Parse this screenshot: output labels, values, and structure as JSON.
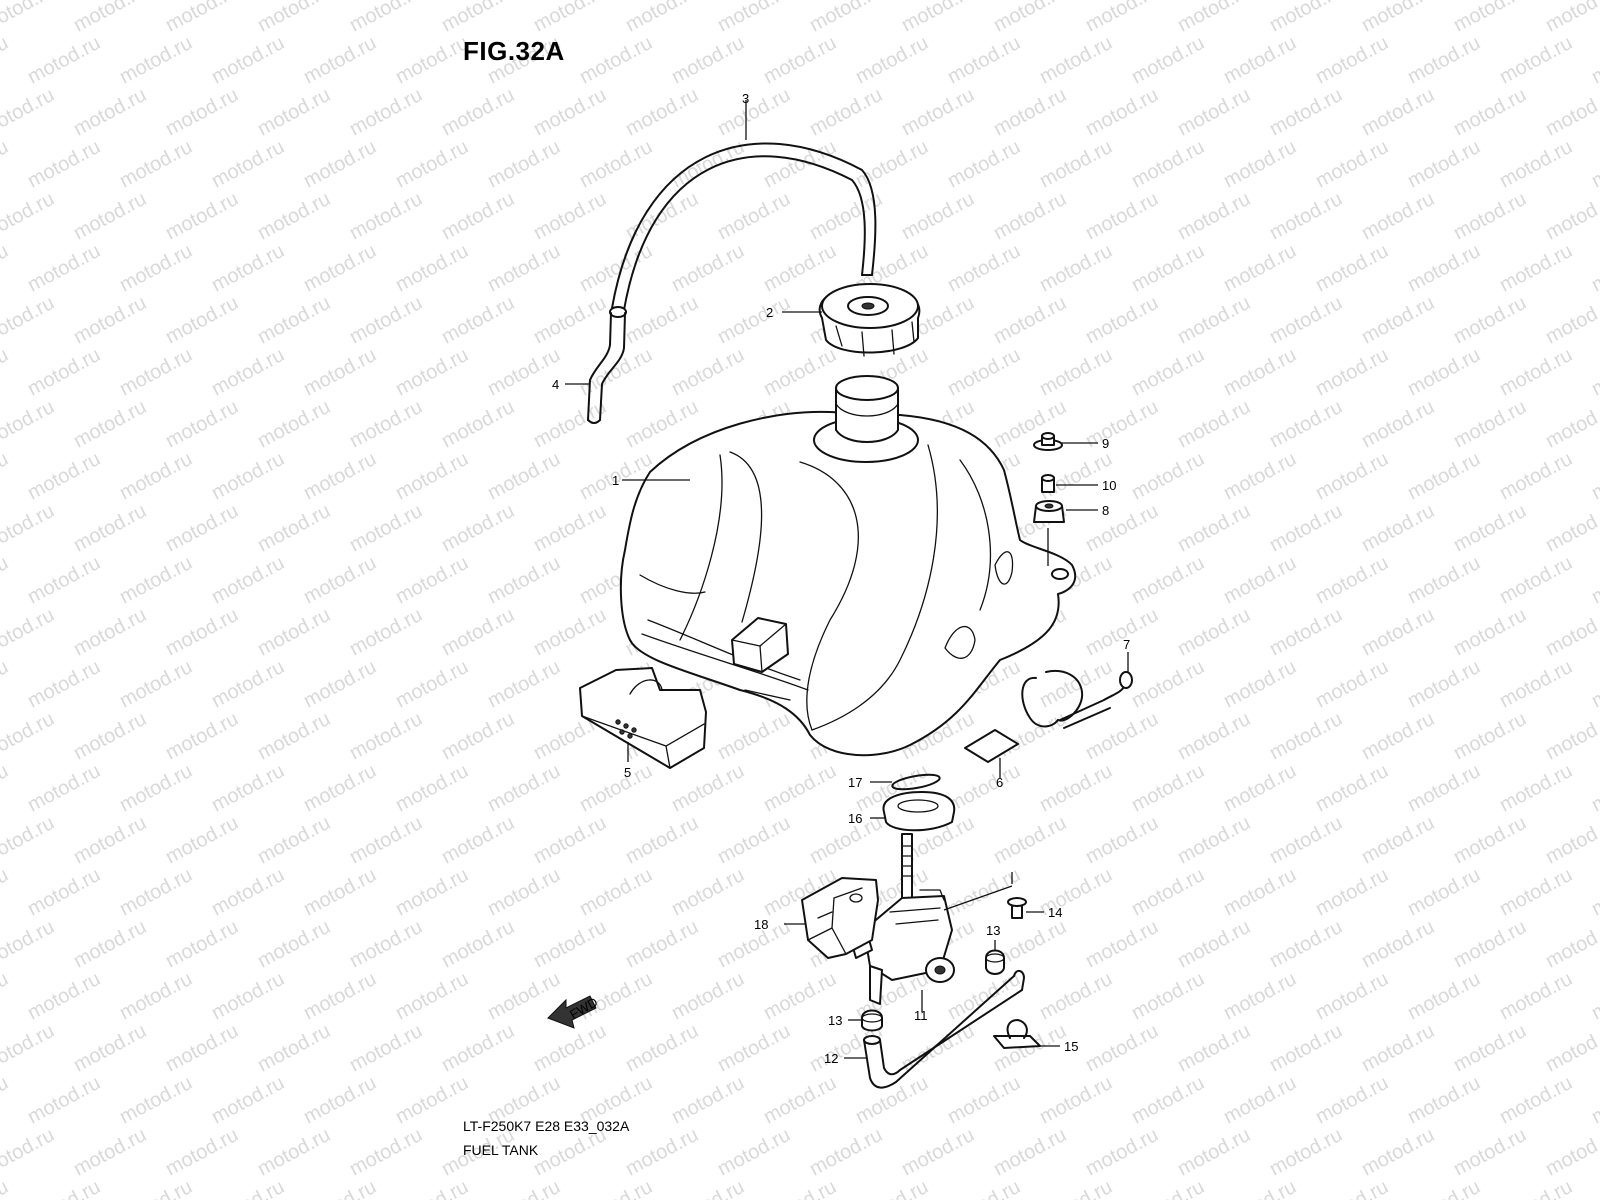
{
  "figure": {
    "title": "FIG.32A",
    "code": "LT-F250K7 E28 E33_032A",
    "name": "FUEL TANK"
  },
  "watermark": "motod.ru",
  "forward_marker": "FWD",
  "callouts": [
    {
      "id": "callout-1",
      "label": "1"
    },
    {
      "id": "callout-2",
      "label": "2"
    },
    {
      "id": "callout-3",
      "label": "3"
    },
    {
      "id": "callout-4",
      "label": "4"
    },
    {
      "id": "callout-5",
      "label": "5"
    },
    {
      "id": "callout-6",
      "label": "6"
    },
    {
      "id": "callout-7",
      "label": "7"
    },
    {
      "id": "callout-8",
      "label": "8"
    },
    {
      "id": "callout-9",
      "label": "9"
    },
    {
      "id": "callout-10",
      "label": "10"
    },
    {
      "id": "callout-11",
      "label": "11"
    },
    {
      "id": "callout-12",
      "label": "12"
    },
    {
      "id": "callout-13a",
      "label": "13"
    },
    {
      "id": "callout-13b",
      "label": "13"
    },
    {
      "id": "callout-14",
      "label": "14"
    },
    {
      "id": "callout-15",
      "label": "15"
    },
    {
      "id": "callout-16",
      "label": "16"
    },
    {
      "id": "callout-17",
      "label": "17"
    },
    {
      "id": "callout-18",
      "label": "18"
    }
  ]
}
